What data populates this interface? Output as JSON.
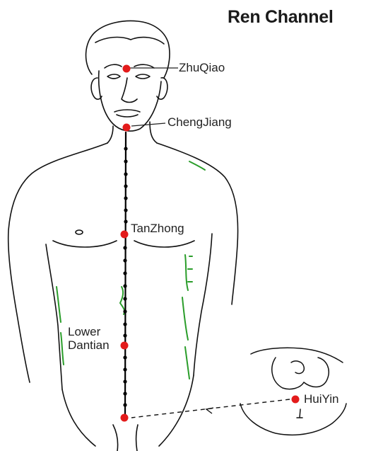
{
  "title": "Ren Channel",
  "points": {
    "zhuqiao": "ZhuQiao",
    "chengjiang": "ChengJiang",
    "tanzhong": "TanZhong",
    "lower_dantian_line1": "Lower",
    "lower_dantian_line2": "Dantian",
    "huiyin": "HuiYin"
  },
  "colors": {
    "acupoint": "#e31b1b",
    "channel": "#000000",
    "muscle_lines": "#2a9d2a",
    "outline": "#111111"
  }
}
